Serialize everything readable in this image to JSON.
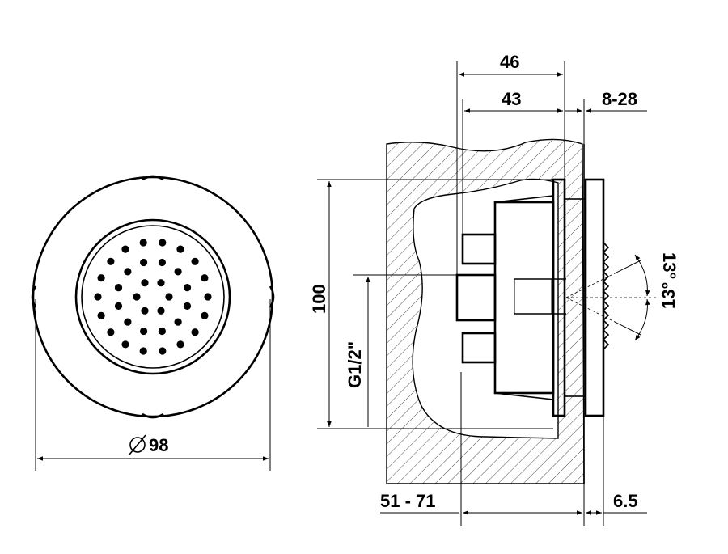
{
  "dimensions": {
    "diameter": "98",
    "width_total": "46",
    "width_body": "43",
    "adjust_range": "8-28",
    "height": "100",
    "thread": "G1/2\"",
    "depth_range": "51 - 71",
    "plate_thickness": "6.5",
    "angle_up": "13°",
    "angle_down": "13°"
  },
  "symbols": {
    "diameter_symbol": "diameter-symbol-icon"
  }
}
